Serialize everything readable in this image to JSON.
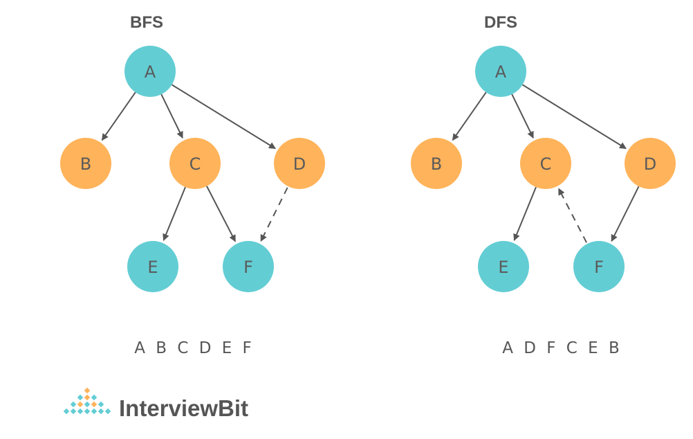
{
  "colors": {
    "teal": "#63cdd4",
    "orange": "#ffb35a",
    "edge": "#555555",
    "text": "#5a5a5a"
  },
  "diagrams": [
    {
      "title": "BFS",
      "traversal": "A B C D E F",
      "nodes": [
        {
          "id": "A",
          "label": "A",
          "color": "teal"
        },
        {
          "id": "B",
          "label": "B",
          "color": "orange"
        },
        {
          "id": "C",
          "label": "C",
          "color": "orange"
        },
        {
          "id": "D",
          "label": "D",
          "color": "orange"
        },
        {
          "id": "E",
          "label": "E",
          "color": "teal"
        },
        {
          "id": "F",
          "label": "F",
          "color": "teal"
        }
      ],
      "edges": [
        {
          "from": "A",
          "to": "B",
          "style": "solid"
        },
        {
          "from": "A",
          "to": "C",
          "style": "solid"
        },
        {
          "from": "A",
          "to": "D",
          "style": "solid"
        },
        {
          "from": "C",
          "to": "E",
          "style": "solid"
        },
        {
          "from": "C",
          "to": "F",
          "style": "solid"
        },
        {
          "from": "D",
          "to": "F",
          "style": "dashed"
        }
      ]
    },
    {
      "title": "DFS",
      "traversal": "A D F C E B",
      "nodes": [
        {
          "id": "A",
          "label": "A",
          "color": "teal"
        },
        {
          "id": "B",
          "label": "B",
          "color": "orange"
        },
        {
          "id": "C",
          "label": "C",
          "color": "orange"
        },
        {
          "id": "D",
          "label": "D",
          "color": "orange"
        },
        {
          "id": "E",
          "label": "E",
          "color": "teal"
        },
        {
          "id": "F",
          "label": "F",
          "color": "teal"
        }
      ],
      "edges": [
        {
          "from": "A",
          "to": "B",
          "style": "solid"
        },
        {
          "from": "A",
          "to": "C",
          "style": "solid"
        },
        {
          "from": "A",
          "to": "D",
          "style": "solid"
        },
        {
          "from": "C",
          "to": "E",
          "style": "solid"
        },
        {
          "from": "D",
          "to": "F",
          "style": "solid"
        },
        {
          "from": "F",
          "to": "C",
          "style": "dashed"
        }
      ]
    }
  ],
  "brand": {
    "name": "InterviewBit",
    "icon": "interviewbit-logo-icon"
  }
}
